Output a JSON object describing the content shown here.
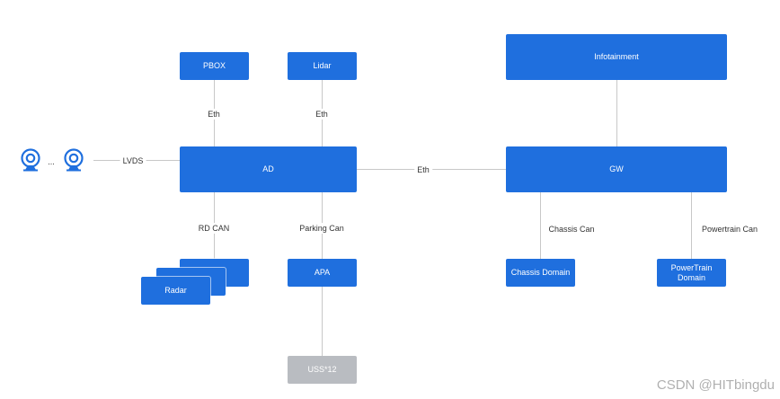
{
  "nodes": {
    "pbox": "PBOX",
    "lidar": "Lidar",
    "ad": "AD",
    "gw": "GW",
    "infotainment": "Infotainment",
    "radar": "Radar",
    "apa": "APA",
    "uss": "USS*12",
    "chassis_domain": "Chassis Domain",
    "powertrain_domain": "PowerTrain Domain"
  },
  "links": {
    "pbox_ad": "Eth",
    "lidar_ad": "Eth",
    "ad_gw": "Eth",
    "camera_ad": "LVDS",
    "radar_ad": "RD CAN",
    "apa_ad": "Parking Can",
    "gw_chassis": "Chassis Can",
    "gw_powertrain": "Powertrain Can"
  },
  "cameras": {
    "ellipsis": "...",
    "icon": "camera-icon"
  },
  "watermark": "CSDN @HITbingdu",
  "colors": {
    "node_blue": "#1f6fde",
    "node_gray": "#b9bcc1",
    "connector": "#c8c8c8",
    "label_text": "#333333"
  }
}
